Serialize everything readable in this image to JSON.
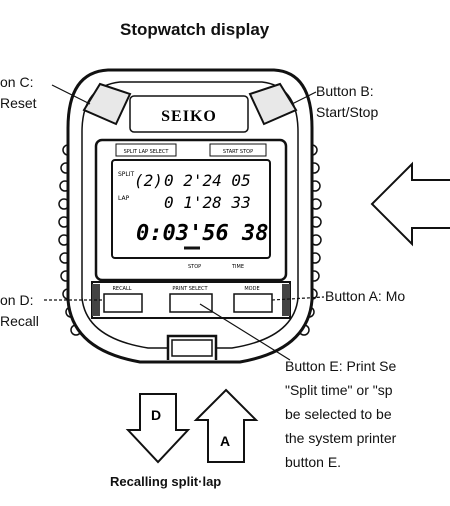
{
  "title": "Stopwatch display",
  "brand": "SEIKO",
  "buttons": {
    "c": {
      "name": "on C:",
      "func": "Reset"
    },
    "b": {
      "name": "Button B:",
      "func": "Start/Stop"
    },
    "d": {
      "name": "on D:",
      "func": "Recall"
    },
    "a": {
      "label": "Button A:  Mo"
    },
    "e": {
      "label": "Button E:  Print Se"
    }
  },
  "description": [
    "\"Split time\" or \"sp",
    "be selected to be",
    "the system printer",
    "button E."
  ],
  "panel_labels": {
    "top_left": "SPLIT LAP SELECT",
    "top_right": "START STOP",
    "bottom_left": "RECALL",
    "bottom_center": "PRINT SELECT",
    "bottom_right": "MODE",
    "stop": "STOP",
    "time": "TIME"
  },
  "display": {
    "split_label": "SPLIT",
    "lap_label": "LAP",
    "split_index": "(2)",
    "split_time": "0 2'24 05",
    "lap_time": "0 1'28 33",
    "main_time": "0:03'56 38"
  },
  "arrows": {
    "down": "D",
    "up": "A"
  },
  "caption": "Recalling split·lap"
}
